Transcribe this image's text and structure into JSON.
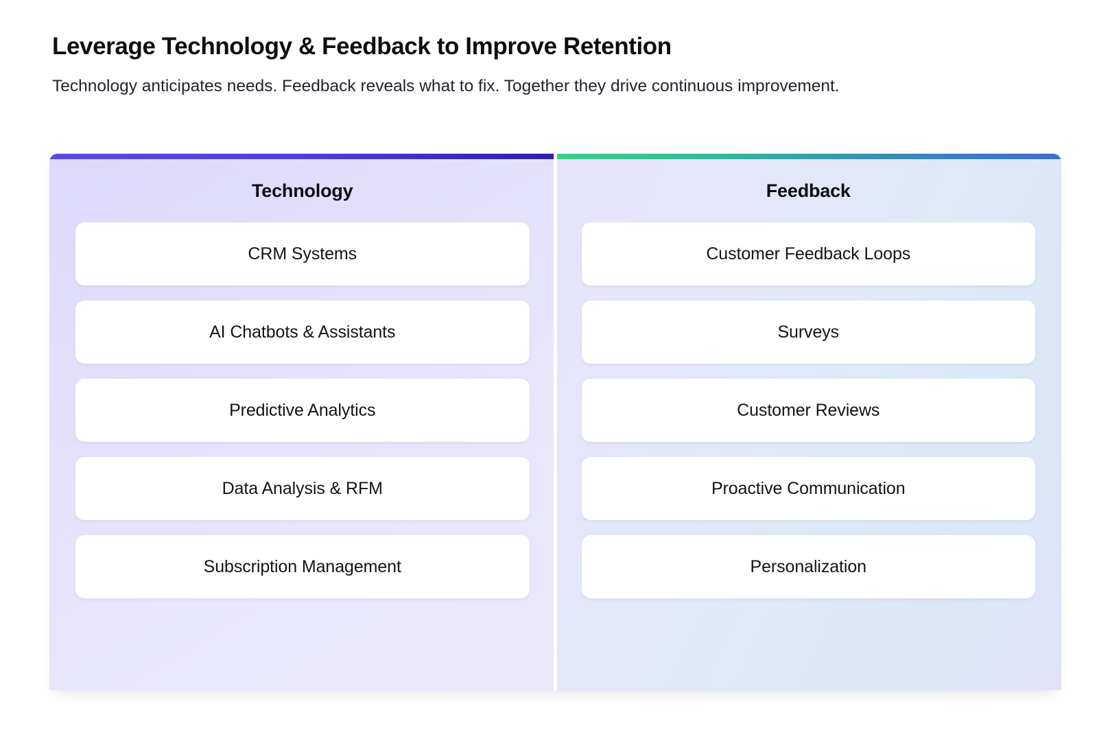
{
  "header": {
    "title": "Leverage Technology & Feedback to Improve Retention",
    "subtitle": "Technology anticipates needs. Feedback reveals what to fix. Together they drive continuous improvement."
  },
  "colors": {
    "technology_accent_start": "#5b4ae6",
    "technology_accent_end": "#2f1fa8",
    "feedback_accent_start": "#3ed08b",
    "feedback_accent_end": "#3b6fc4",
    "panel_background": "#e4e1fc",
    "card_background": "#ffffff",
    "title_text": "#0d0d12"
  },
  "panels": [
    {
      "heading": "Technology",
      "items": [
        {
          "label": "CRM Systems"
        },
        {
          "label": "AI Chatbots & Assistants"
        },
        {
          "label": "Predictive Analytics"
        },
        {
          "label": "Data Analysis & RFM"
        },
        {
          "label": "Subscription Management"
        }
      ]
    },
    {
      "heading": "Feedback",
      "items": [
        {
          "label": "Customer Feedback Loops"
        },
        {
          "label": "Surveys"
        },
        {
          "label": "Customer Reviews"
        },
        {
          "label": "Proactive Communication"
        },
        {
          "label": "Personalization"
        }
      ]
    }
  ]
}
